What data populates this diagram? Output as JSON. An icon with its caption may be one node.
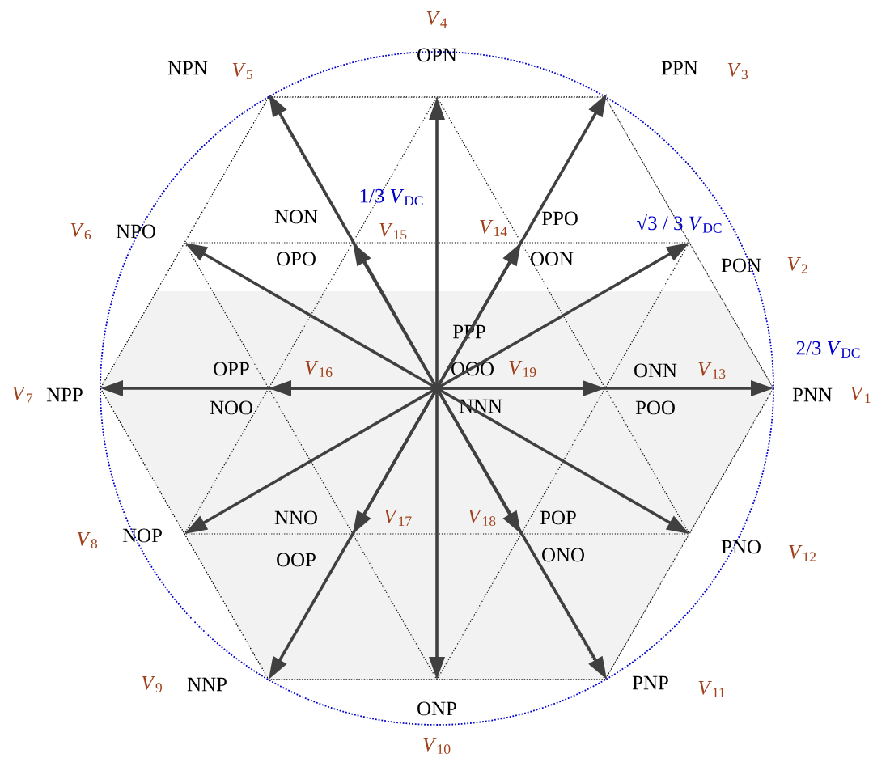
{
  "diagram": {
    "nodes": [
      {
        "text": [
          "PPP",
          "OOO",
          "NNN"
        ],
        "beside": [
          "*V*$_{19}$"
        ]
      },
      {
        "text": [
          "PNN"
        ],
        "beside": [
          "*V*$_{1}$"
        ]
      },
      {
        "text": [
          "PON"
        ],
        "beside": [
          "*V*$_{2}$"
        ]
      },
      {
        "text": [
          "PPN"
        ],
        "beside": [
          "*V*$_{3}$"
        ]
      },
      {
        "text": [
          "OPN"
        ],
        "beside": [
          "*V*$_{4}$"
        ]
      },
      {
        "text": [
          "NPN"
        ],
        "beside": [
          "*V*$_{5}$"
        ]
      },
      {
        "text": [
          "NPO"
        ],
        "beside": [
          "*V*$_{6}$"
        ]
      },
      {
        "text": [
          "NPP"
        ],
        "beside": [
          "*V*$_{7}$"
        ]
      },
      {
        "text": [
          "NOP"
        ],
        "beside": [
          "*V*$_{8}$"
        ]
      },
      {
        "text": [
          "NNP"
        ],
        "beside": [
          "*V*$_{9}$"
        ]
      },
      {
        "text": [
          "ONP"
        ],
        "beside": [
          "*V*$_{10}$"
        ]
      },
      {
        "text": [
          "PNP"
        ],
        "beside": [
          "*V*$_{11}$"
        ]
      },
      {
        "text": [
          "PNO"
        ],
        "beside": [
          "*V*$_{12}$"
        ]
      },
      {
        "text": [
          "ONN",
          "POO"
        ],
        "beside": [
          "*V*$_{13}$"
        ]
      },
      {
        "text": [
          "PPO",
          "OON"
        ],
        "beside": [
          "*V*$_{14}$"
        ]
      },
      {
        "text": [
          "NON",
          "OPO"
        ],
        "beside": [
          "*V*$_{15}$"
        ]
      },
      {
        "text": [
          "OPP",
          "NOO"
        ],
        "beside": [
          "*V*$_{16}$"
        ]
      },
      {
        "text": [
          "NNO",
          "OOP"
        ],
        "beside": [
          "*V*$_{17}$"
        ]
      },
      {
        "text": [
          "POP",
          "ONO"
        ],
        "beside": [
          "*V*$_{18}$"
        ]
      }
    ],
    "edges": [
      {
        "from": 0,
        "to": 1,
        "arrow": "to"
      },
      {
        "from": 0,
        "to": 2,
        "arrow": "to"
      },
      {
        "from": 0,
        "to": 3,
        "arrow": "to"
      },
      {
        "from": 0,
        "to": 4,
        "arrow": "to"
      },
      {
        "from": 0,
        "to": 5,
        "arrow": "to"
      },
      {
        "from": 0,
        "to": 6,
        "arrow": "to"
      },
      {
        "from": 0,
        "to": 7,
        "arrow": "to"
      },
      {
        "from": 0,
        "to": 8,
        "arrow": "to"
      },
      {
        "from": 0,
        "to": 9,
        "arrow": "to"
      },
      {
        "from": 0,
        "to": 10,
        "arrow": "to"
      },
      {
        "from": 0,
        "to": 11,
        "arrow": "to"
      },
      {
        "from": 0,
        "to": 12,
        "arrow": "to"
      },
      {
        "from": 0,
        "to": 13,
        "arrow": "to"
      },
      {
        "from": 0,
        "to": 14,
        "arrow": "to"
      },
      {
        "from": 0,
        "to": 15,
        "arrow": "to"
      },
      {
        "from": 0,
        "to": 16,
        "arrow": "to"
      },
      {
        "from": 0,
        "to": 17,
        "arrow": "to"
      },
      {
        "from": 0,
        "to": 18,
        "arrow": "to"
      }
    ],
    "labels": [
      "1/3 *V*$_{DC}$",
      "√3 / 3 *V*$_{DC}$",
      "2/3 *V*$_{DC}$"
    ]
  }
}
